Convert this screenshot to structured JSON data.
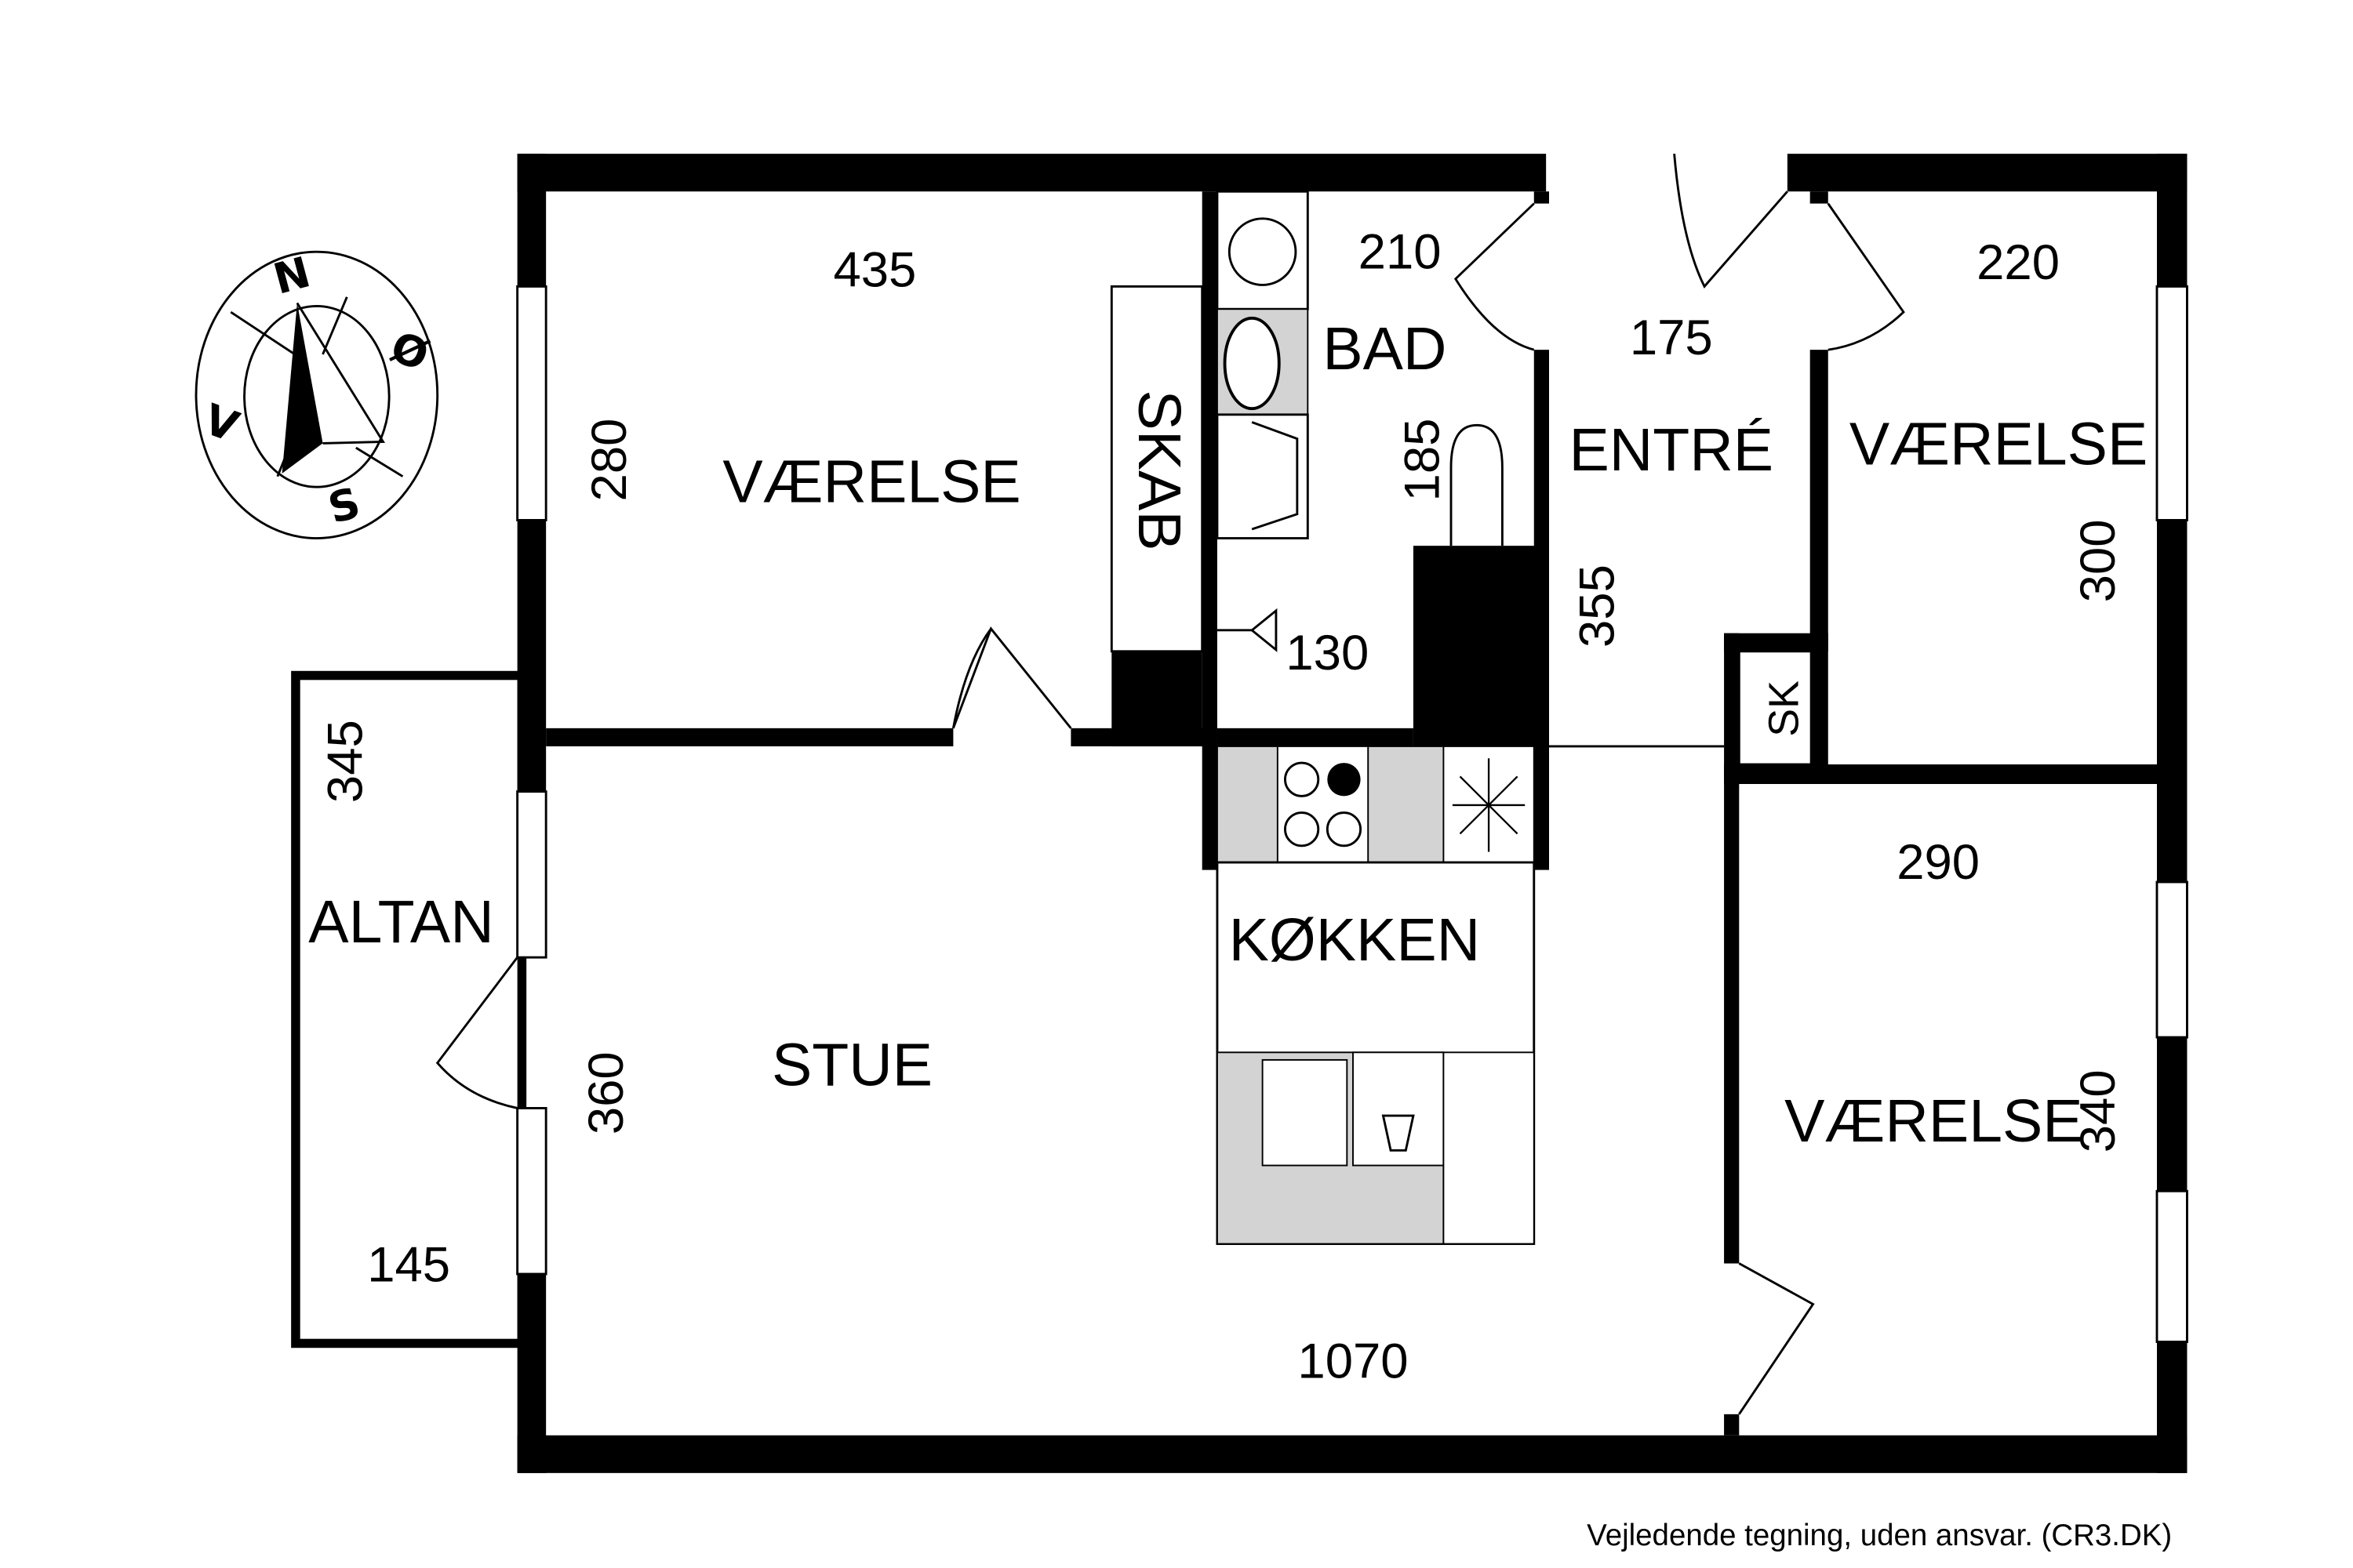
{
  "compass": {
    "north": "N",
    "east": "Ø",
    "south": "S",
    "west": "V"
  },
  "rooms": {
    "vaerelse_nw": {
      "name": "VÆRELSE",
      "width": "435",
      "depth": "280"
    },
    "skab": {
      "name": "SKAB"
    },
    "bad": {
      "name": "BAD",
      "width": "210",
      "depth": "185",
      "small": "130"
    },
    "entre": {
      "name": "ENTRÉ",
      "width": "175",
      "depth": "355"
    },
    "vaerelse_ne": {
      "name": "VÆRELSE",
      "width": "220",
      "depth": "300"
    },
    "sk": {
      "name": "SK"
    },
    "altan": {
      "name": "ALTAN",
      "depth": "345",
      "width": "145"
    },
    "stue": {
      "name": "STUE",
      "depth": "360",
      "width": "1070"
    },
    "koekken": {
      "name": "KØKKEN"
    },
    "vaerelse_se": {
      "name": "VÆRELSE",
      "width": "290",
      "depth": "340"
    }
  },
  "footer": "Vejledende tegning, uden ansvar. (CR3.DK)",
  "colors": {
    "wall": "#000000",
    "counter": "#d3d3d3"
  }
}
